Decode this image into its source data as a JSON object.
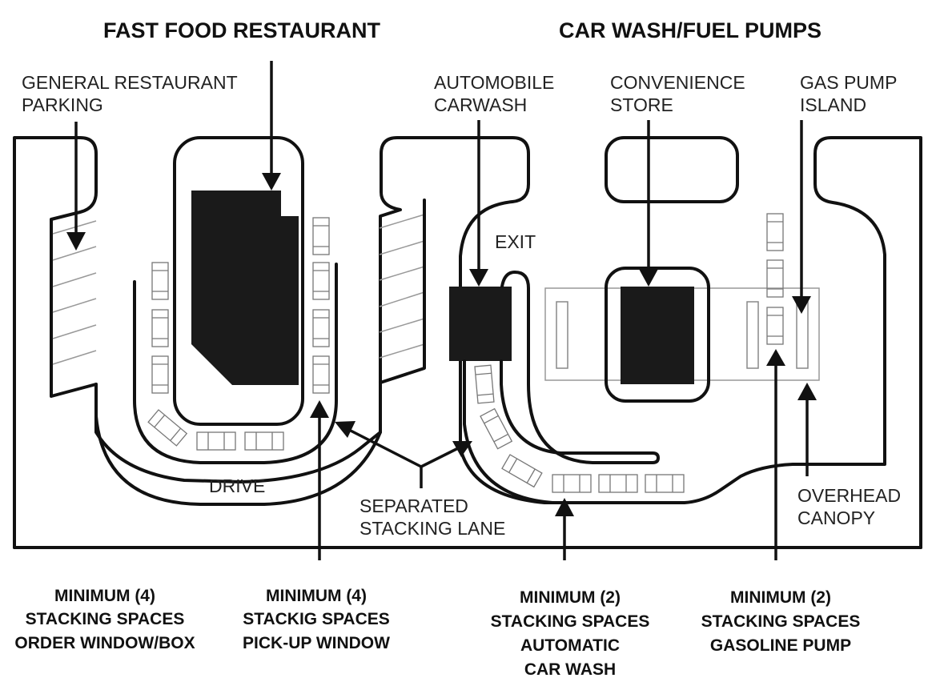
{
  "titles": {
    "left": "FAST FOOD RESTAURANT",
    "right": "CAR WASH/FUEL PUMPS"
  },
  "labels": {
    "general_parking": [
      "GENERAL RESTAURANT",
      "PARKING"
    ],
    "automobile_carwash": [
      "AUTOMOBILE",
      "CARWASH"
    ],
    "convenience_store": [
      "CONVENIENCE",
      "STORE"
    ],
    "gas_pump_island": [
      "GAS PUMP",
      "ISLAND"
    ],
    "exit": "EXIT",
    "drive": "DRIVE",
    "separated_lane": [
      "SEPARATED",
      "STACKING LANE"
    ],
    "overhead_canopy": [
      "OVERHEAD",
      "CANOPY"
    ]
  },
  "requirements": [
    {
      "lines": [
        "MINIMUM (4)",
        "STACKING SPACES",
        "ORDER WINDOW/BOX"
      ]
    },
    {
      "lines": [
        "MINIMUM (4)",
        "STACKIG SPACES",
        "PICK-UP WINDOW"
      ]
    },
    {
      "lines": [
        "MINIMUM (2)",
        "STACKING SPACES",
        "AUTOMATIC",
        "CAR WASH"
      ]
    },
    {
      "lines": [
        "MINIMUM (2)",
        "STACKING SPACES",
        "GASOLINE PUMP"
      ]
    }
  ],
  "colors": {
    "line": "#111111",
    "building": "#1a1a1a",
    "stall": "#888888"
  }
}
